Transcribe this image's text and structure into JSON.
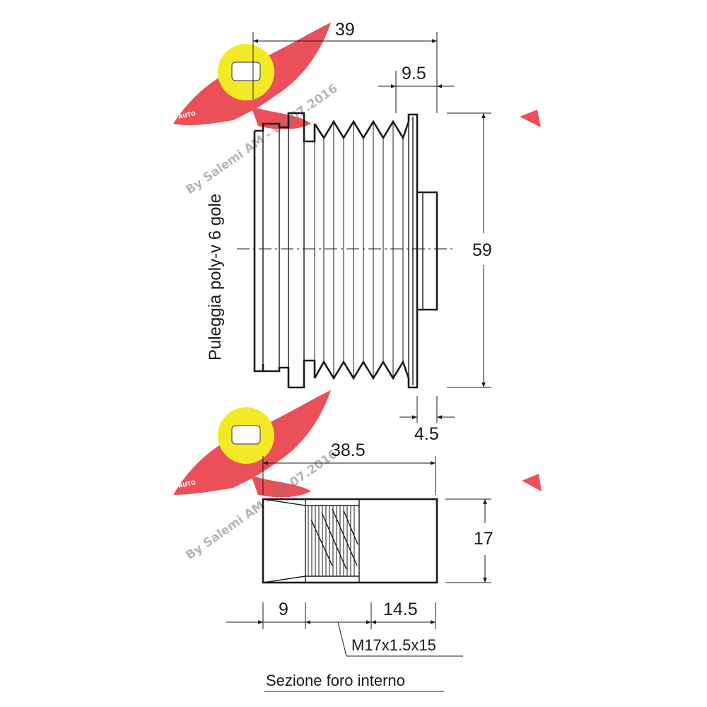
{
  "watermark": {
    "text": "By Salemi AM - 07.07.2016",
    "logo_colors": {
      "wing": "#e8323c",
      "disc": "#f2e600"
    }
  },
  "pulley": {
    "label": "Puleggia poly-v 6 gole",
    "dims": {
      "overall_length": "39",
      "hub_width": "9.5",
      "diameter": "59",
      "groove_offset": "4.5"
    }
  },
  "section": {
    "dims": {
      "length": "38.5",
      "height": "17",
      "left_part": "9",
      "right_part": "14.5"
    },
    "thread_label": "M17x1.5x15",
    "caption": "Sezione foro interno"
  }
}
